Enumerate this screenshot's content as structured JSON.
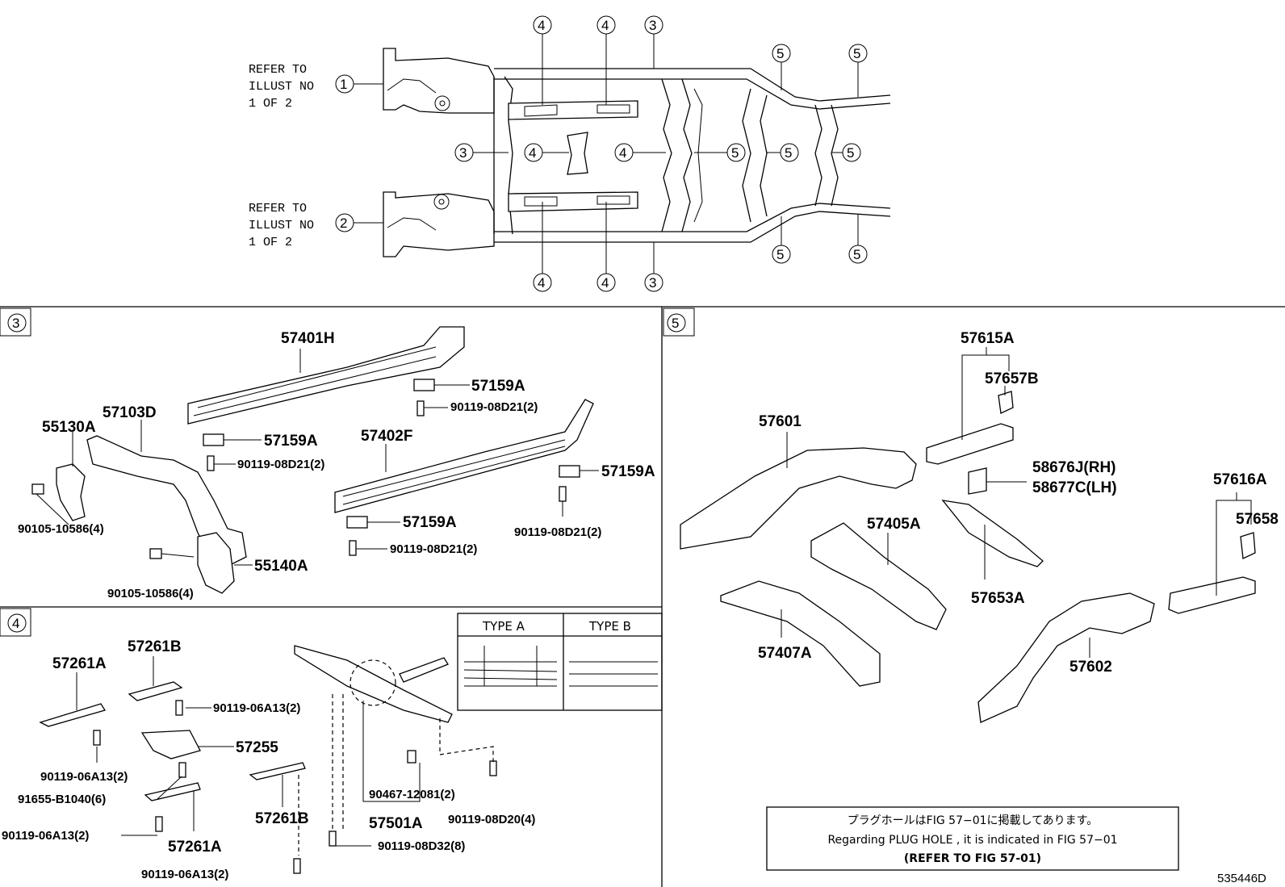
{
  "refer_notes": [
    {
      "line1": "REFER TO",
      "line2": "ILLUST NO",
      "line3": "1 OF 2",
      "marker": "1"
    },
    {
      "line1": "REFER TO",
      "line2": "ILLUST NO",
      "line3": "1 OF 2",
      "marker": "2"
    }
  ],
  "overview_markers": [
    "4",
    "4",
    "3",
    "5",
    "5",
    "3",
    "4",
    "4",
    "5",
    "5",
    "5",
    "4",
    "4",
    "3",
    "5",
    "5"
  ],
  "section_markers": {
    "s3": "3",
    "s4": "4",
    "s5": "5"
  },
  "section3_parts": {
    "p57401H": "57401H",
    "p57159A_1": "57159A",
    "p90119_08D21_1": "90119-08D21(2)",
    "p57103D": "57103D",
    "p55130A": "55130A",
    "p57402F": "57402F",
    "p57159A_2": "57159A",
    "p90119_08D21_2": "90119-08D21(2)",
    "p57159A_3": "57159A",
    "p90105_10586_1": "90105-10586(4)",
    "p57159A_4": "57159A",
    "p90119_08D21_3": "90119-08D21(2)",
    "p90119_08D21_4": "90119-08D21(2)",
    "p55140A": "55140A",
    "p90105_10586_2": "90105-10586(4)"
  },
  "section4_parts": {
    "p57261B_1": "57261B",
    "p57261A_1": "57261A",
    "p90119_06A13_1": "90119-06A13(2)",
    "p57255": "57255",
    "p90119_06A13_2": "90119-06A13(2)",
    "p91655_B1040": "91655-B1040(6)",
    "p90119_06A13_3": "90119-06A13(2)",
    "p57261A_2": "57261A",
    "p57261B_2": "57261B",
    "p90119_06A13_4": "90119-06A13(2)",
    "p90467_12081": "90467-12081(2)",
    "p57501A": "57501A",
    "p90119_08D20": "90119-08D20(4)",
    "p90119_08D32": "90119-08D32(8)",
    "type_a": "TYPE A",
    "type_b": "TYPE B"
  },
  "section5_parts": {
    "p57615A": "57615A",
    "p57657B": "57657B",
    "p57601": "57601",
    "p58676J": "58676J(RH)",
    "p58677C": "58677C(LH)",
    "p57405A": "57405A",
    "p57616A": "57616A",
    "p57658": "57658",
    "p57653A": "57653A",
    "p57407A": "57407A",
    "p57602": "57602"
  },
  "note": {
    "jp": "プラグホールはFIG 57−01に掲載してあります。",
    "en": "Regarding  PLUG  HOLE , it is indicated in FIG  57−01",
    "ref": "(REFER  TO  FIG 57-01)"
  },
  "figure_id": "535446D"
}
